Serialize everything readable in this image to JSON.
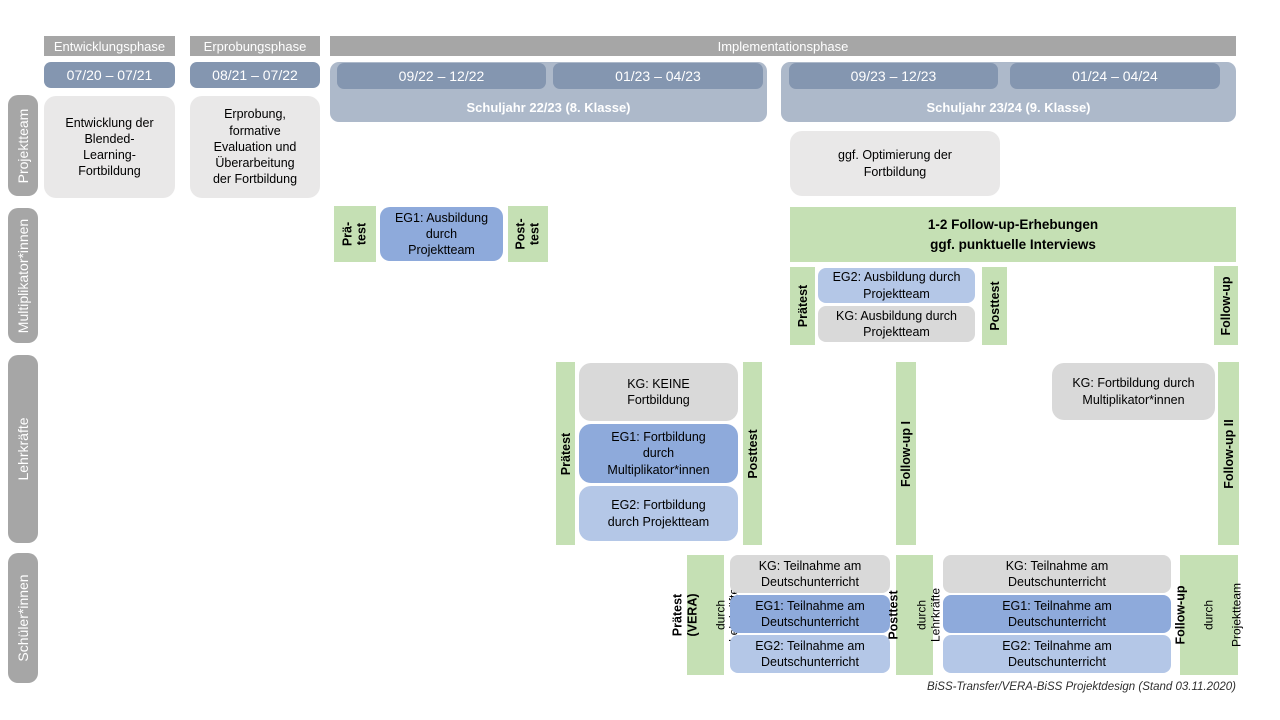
{
  "title": "BiSS-Transfer/VERA-BiSS Projektdesign",
  "colors": {
    "phase_gray": "#a6a6a6",
    "period_blue": "#8496b0",
    "school_year_blue": "#adb9ca",
    "light_gray_box": "#e9e8e8",
    "kg_gray": "#d9d9d9",
    "eg1_blue": "#8eaadb",
    "eg2_blue": "#b4c7e7",
    "green": "#c5e0b4"
  },
  "header": {
    "phases": [
      {
        "label": "Entwicklungsphase"
      },
      {
        "label": "Erprobungsphase"
      },
      {
        "label": "Implementationsphase"
      }
    ],
    "periods": [
      {
        "label": "07/20 – 07/21"
      },
      {
        "label": "08/21 – 07/22"
      },
      {
        "label": "09/22 – 12/22"
      },
      {
        "label": "01/23 – 04/23"
      },
      {
        "label": "09/23 – 12/23"
      },
      {
        "label": "01/24 – 04/24"
      }
    ],
    "school_years": [
      {
        "label": "Schuljahr 22/23 (8. Klasse)"
      },
      {
        "label": "Schuljahr 23/24 (9. Klasse)"
      }
    ]
  },
  "actors": [
    {
      "label": "Projektteam"
    },
    {
      "label": "Multiplikator*innen"
    },
    {
      "label": "Lehrkräfte"
    },
    {
      "label": "Schüler*innen"
    }
  ],
  "rows": {
    "projektteam": {
      "development": "Entwicklung der\nBlended-\nLearning-\nFortbildung",
      "evaluation": "Erprobung,\nformative\nEvaluation und\nÜberarbeitung\nder Fortbildung",
      "optimization": "ggf. Optimierung der\nFortbildung"
    },
    "multiplikatoren": {
      "praetest_split": "Prä-\ntest",
      "eg1": "EG1: Ausbildung\ndurch\nProjektteam",
      "posttest_split": "Post-\ntest",
      "banner": "1-2 Follow-up-Erhebungen\nggf. punktuelle Interviews",
      "praetest": "Prätest",
      "eg2": "EG2: Ausbildung durch\nProjektteam",
      "kg": "KG: Ausbildung durch\nProjektteam",
      "posttest": "Posttest",
      "followup": "Follow-up"
    },
    "lehrkraefte": {
      "praetest": "Prätest",
      "kg": "KG: KEINE\nFortbildung",
      "eg1": "EG1: Fortbildung\ndurch\nMultiplikator*innen",
      "eg2": "EG2: Fortbildung\ndurch Projektteam",
      "posttest": "Posttest",
      "followup1": "Follow-up I",
      "kg2": "KG: Fortbildung durch\nMultiplikator*innen",
      "followup2": "Follow-up II"
    },
    "schueler": {
      "praetest_main": "Prätest (VERA)",
      "praetest_sub": "durch Lehrkräfte",
      "kg_left": "KG: Teilnahme am\nDeutschunterricht",
      "eg1_left": "EG1: Teilnahme am\nDeutschunterricht",
      "eg2_left": "EG2: Teilnahme am\nDeutschunterricht",
      "posttest_main": "Posttest",
      "posttest_sub": "durch Lehrkräfte",
      "kg_right": "KG: Teilnahme am\nDeutschunterricht",
      "eg1_right": "EG1: Teilnahme am\nDeutschunterricht",
      "eg2_right": "EG2: Teilnahme am\nDeutschunterricht",
      "followup_main": "Follow-up",
      "followup_sub1": "durch",
      "followup_sub2": "Projektteam"
    }
  },
  "footer": {
    "credit": "BiSS-Transfer/VERA-BiSS Projektdesign (Stand 03.11.2020)"
  }
}
